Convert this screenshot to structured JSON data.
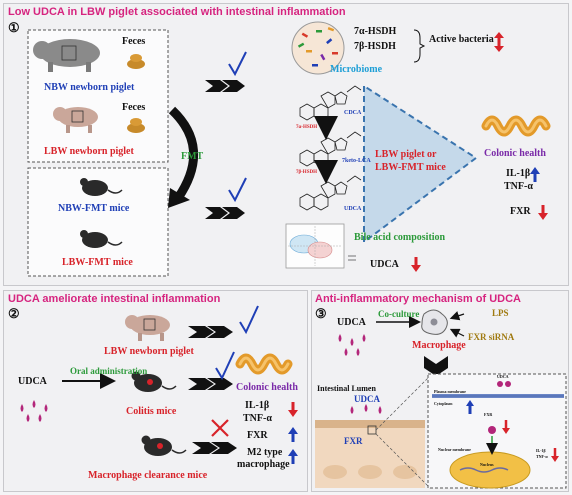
{
  "colors": {
    "title_pink": "#d6247f",
    "arrow_blue": "#1f3fb6",
    "arrow_red": "#d8232a",
    "green_text": "#2c9a3a",
    "purple_text": "#7a2aa8",
    "microbiome_cyan": "#1e9fd6",
    "intestine_orange": "#e39a2a",
    "triangle_fill": "#c5d9ea"
  },
  "panel1": {
    "title": "Low UDCA in LBW piglet associated with intestinal inflammation",
    "number": "①",
    "feces_1": "Feces",
    "nbw_piglet": "NBW newborn piglet",
    "feces_2": "Feces",
    "lbw_piglet": "LBW newborn piglet",
    "fmt": "FMT",
    "nbw_fmt": "NBW-FMT mice",
    "lbw_fmt": "LBW-FMT mice",
    "hsdh_alpha": "7α-HSDH",
    "hsdh_beta": "7β-HSDH",
    "active_bacteria": "Active bacteria",
    "microbiome": "Microbiome",
    "cdca": "CDCA",
    "keto_lca": "7keto-LCA",
    "udca_struct": "UDCA",
    "enzyme_a": "7α-HSDH",
    "enzyme_b": "7β-HSDH",
    "bile_acid": "Bile acid composition",
    "udca_result": "UDCA",
    "triangle_text_1": "LBW piglet or",
    "triangle_text_2": "LBW-FMT mice",
    "colonic_health": "Colonic health",
    "il1b": "IL-1β",
    "tnfa": "TNF-α",
    "fxr": "FXR"
  },
  "panel2": {
    "title": "UDCA ameliorate intestinal inflammation",
    "number": "②",
    "lbw_piglet": "LBW newborn piglet",
    "oral": "Oral administration",
    "udca": "UDCA",
    "colitis": "Colitis mice",
    "colonic_health": "Colonic health",
    "il1b": "IL-1β",
    "tnfa": "TNF-α",
    "fxr": "FXR",
    "m2_1": "M2 type",
    "m2_2": "macrophage",
    "clearance": "Macrophage clearance mice"
  },
  "panel3": {
    "title": "Anti-inflammatory mechanism of UDCA",
    "number": "③",
    "udca": "UDCA",
    "coculture": "Co-culture",
    "lps": "LPS",
    "fxr_sirna": "FXR siRNA",
    "macrophage": "Macrophage",
    "lumen": "Intestinal Lumen",
    "udca_lumen": "UDCA",
    "fxr": "FXR",
    "inset_udca": "UDCA",
    "plasma_membrane": "Plasma membrane",
    "cytoplasm": "Cytoplasm",
    "inset_fxr": "FXR",
    "nuclear_membrane": "Nuclear membrane",
    "nucleus": "Nucleus",
    "inset_il1b": "IL-1β",
    "inset_tnfa": "TNF-α"
  }
}
